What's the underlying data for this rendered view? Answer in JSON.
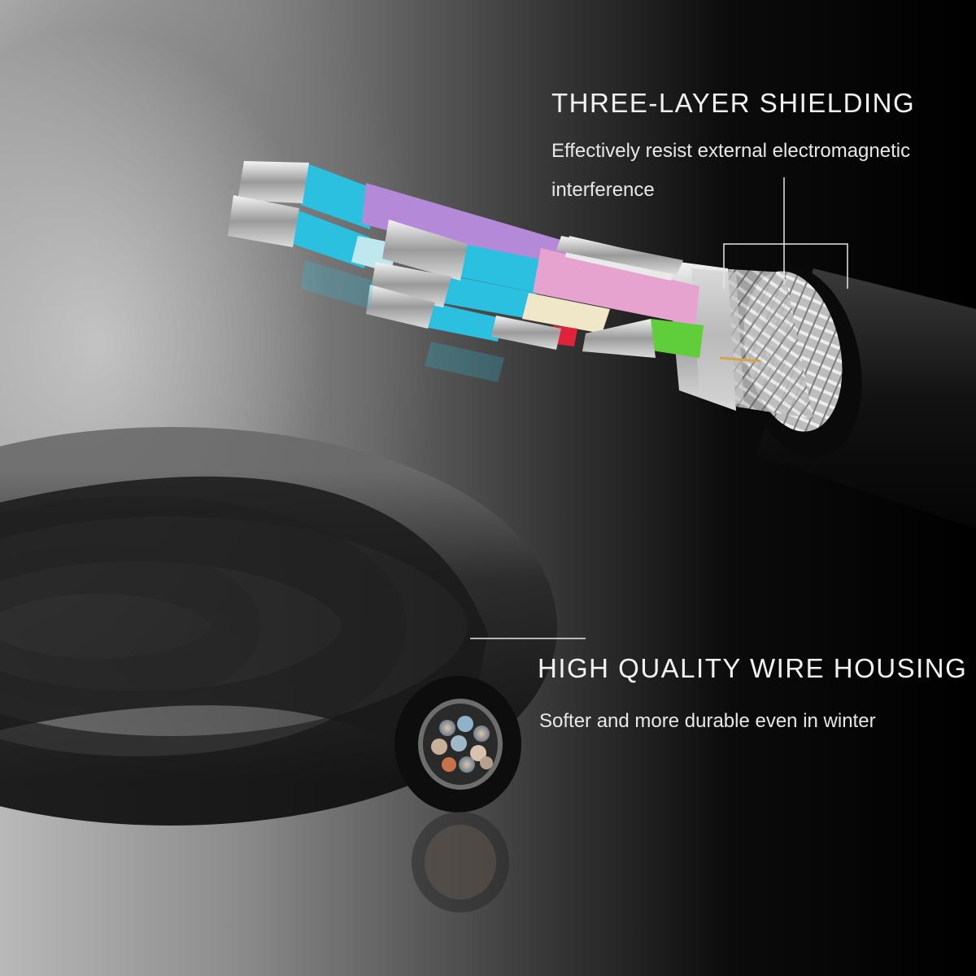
{
  "callouts": {
    "shielding": {
      "title": "THREE-LAYER SHIELDING",
      "desc_line1": "Effectively resist external electromagnetic",
      "desc_line2": "interference"
    },
    "housing": {
      "title": "HIGH QUALITY WIRE HOUSING",
      "desc": "Softer and more durable even in winter"
    }
  },
  "colors": {
    "conductor_cyan": "#2bbfe0",
    "conductor_purple": "#b48ad8",
    "conductor_pink": "#e7a3cf",
    "conductor_green": "#5fce3a",
    "conductor_red": "#e0233a",
    "jacket_black": "#151515"
  }
}
